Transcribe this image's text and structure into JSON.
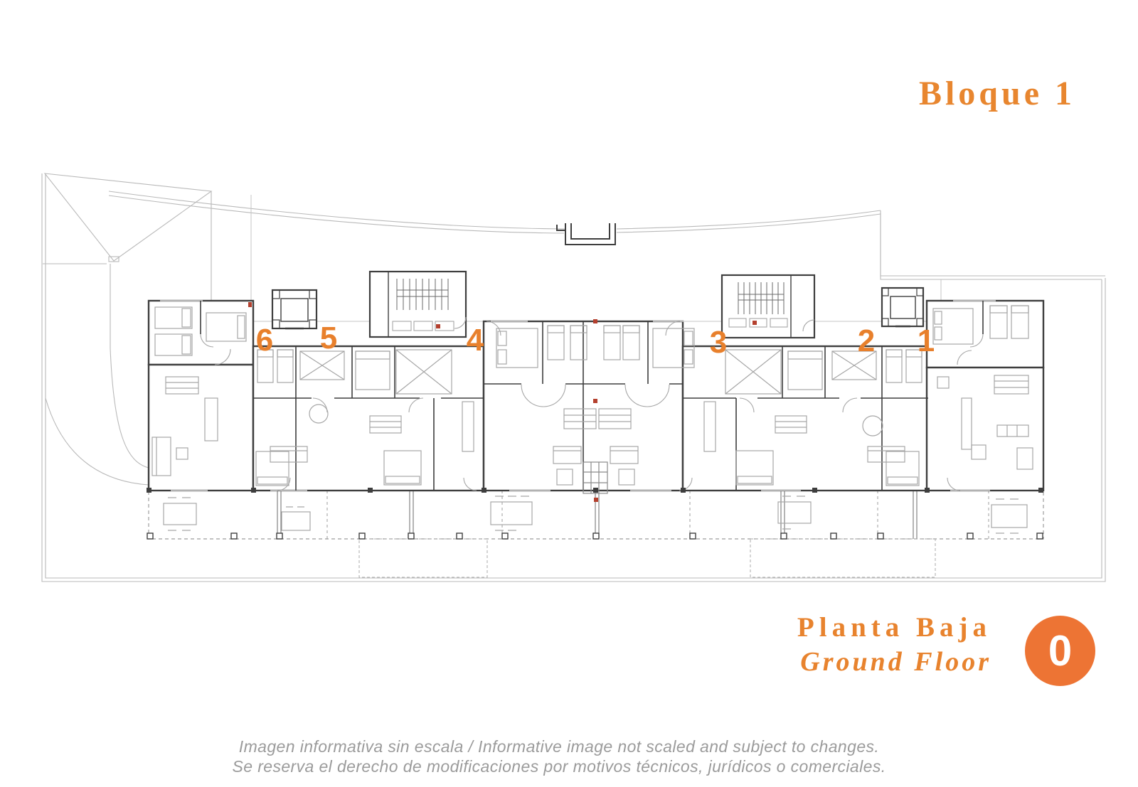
{
  "title": {
    "block": "Bloque 1"
  },
  "floor": {
    "name_es": "Planta Baja",
    "name_en": "Ground Floor",
    "level_badge": "0"
  },
  "units": [
    {
      "label": "6"
    },
    {
      "label": "5"
    },
    {
      "label": "4"
    },
    {
      "label": "3"
    },
    {
      "label": "2"
    },
    {
      "label": "1"
    }
  ],
  "disclaimer": {
    "line1": "Imagen informativa sin escala /  Informative image not scaled and subject to changes.",
    "line2": "Se reserva el derecho de modificaciones por motivos técnicos, jurídicos o comerciales."
  },
  "colors": {
    "accent_orange": "#E8832E",
    "badge_orange": "#ED7434",
    "wall_gray": "#3E3E3E",
    "furniture_gray": "#A6A6A6",
    "boundary_gray": "#B9B9B9",
    "disclaimer_gray": "#9B9B9B",
    "marker_red": "#B4402E"
  }
}
